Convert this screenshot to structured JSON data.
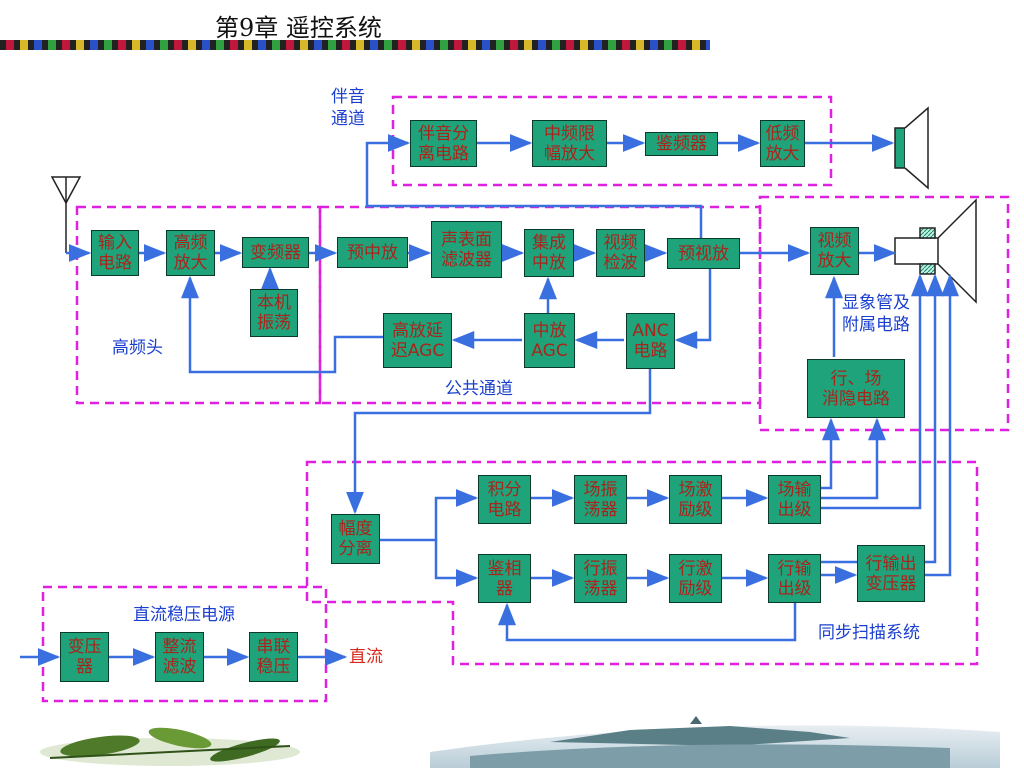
{
  "title": "第9章  遥控系统",
  "blocks": {
    "sound_sep": "伴音分\n离电路",
    "if_limit": "中频限\n幅放大",
    "discriminator": "鉴频器",
    "audio_amp": "低频\n放大",
    "input": "输入\n电路",
    "rf_amp": "高频\n放大",
    "mixer": "变频器",
    "local_osc": "本机\n振荡",
    "pre_if": "预中放",
    "saw": "声表面\n滤波器",
    "ic_if": "集成\n中放",
    "detector": "视频\n检波",
    "pre_video": "预视放",
    "video_amp": "视频\n放大",
    "rf_agc": "高放延\n迟AGC",
    "if_agc": "中放\nAGC",
    "anc": "ANC\n电路",
    "blanking": "行、场\n消隐电路",
    "sync_sep": "幅度\n分离",
    "integrator": "积分\n电路",
    "v_osc": "场振\n荡器",
    "v_drv": "场激\n励级",
    "v_out": "场输\n出级",
    "phase_det": "鉴相\n器",
    "h_osc": "行振\n荡器",
    "h_drv": "行激\n励级",
    "h_out": "行输\n出级",
    "fbt": "行输出\n变压器",
    "transformer": "变压\n器",
    "rectifier": "整流\n滤波",
    "regulator": "串联\n稳压"
  },
  "labels": {
    "sound_channel": "伴音\n通道",
    "tuner": "高频头",
    "common_channel": "公共通道",
    "crt": "显象管及\n附属电路",
    "sync_scan": "同步扫描系统",
    "power_supply": "直流稳压电源",
    "dc_out": "直流"
  },
  "colors": {
    "block_fill": "#1fa37a",
    "block_text": "#a8251c",
    "dashed_border": "#e020e0",
    "arrow": "#3a6fe0",
    "label_blue": "#1b3fcf",
    "label_red": "#d62a1c"
  }
}
